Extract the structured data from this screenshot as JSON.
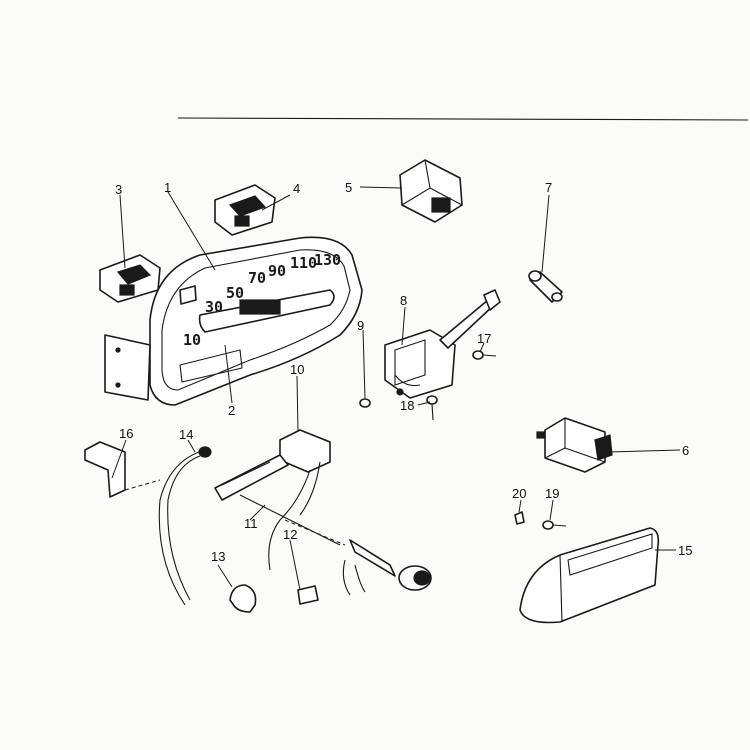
{
  "callouts": {
    "c1": "1",
    "c2": "2",
    "c3": "3",
    "c4": "4",
    "c5": "5",
    "c6": "6",
    "c7": "7",
    "c8": "8",
    "c9": "9",
    "c10": "10",
    "c11": "11",
    "c12": "12",
    "c13": "13",
    "c14": "14",
    "c15": "15",
    "c16": "16",
    "c17": "17",
    "c18": "18",
    "c19": "19",
    "c20": "20"
  },
  "speedometer": {
    "ticks": [
      "10",
      "30",
      "50",
      "70",
      "90",
      "110",
      "130"
    ]
  },
  "colors": {
    "ink": "#1a1a1a",
    "paper": "#fbfbfa"
  }
}
